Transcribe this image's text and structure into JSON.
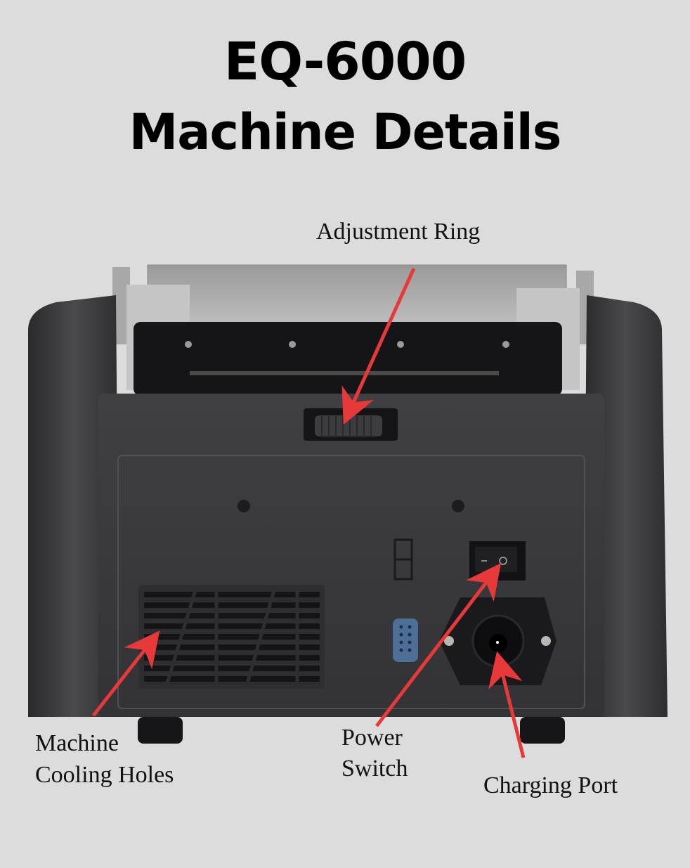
{
  "title": {
    "line1": "EQ-6000",
    "line2": "Machine Details"
  },
  "callouts": [
    {
      "id": "adjustment-ring",
      "label": "Adjustment Ring"
    },
    {
      "id": "cooling-holes",
      "label_line1": "Machine",
      "label_line2": "Cooling Holes"
    },
    {
      "id": "power-switch",
      "label_line1": "Power",
      "label_line2": "Switch"
    },
    {
      "id": "charging-port",
      "label": "Charging Port"
    }
  ],
  "colors": {
    "background": "#dcdcdc",
    "arrow": "#e8393a",
    "machine_body": "#3a3a3d",
    "machine_dark": "#1c1c1e",
    "tray": "#b9b9b9"
  }
}
